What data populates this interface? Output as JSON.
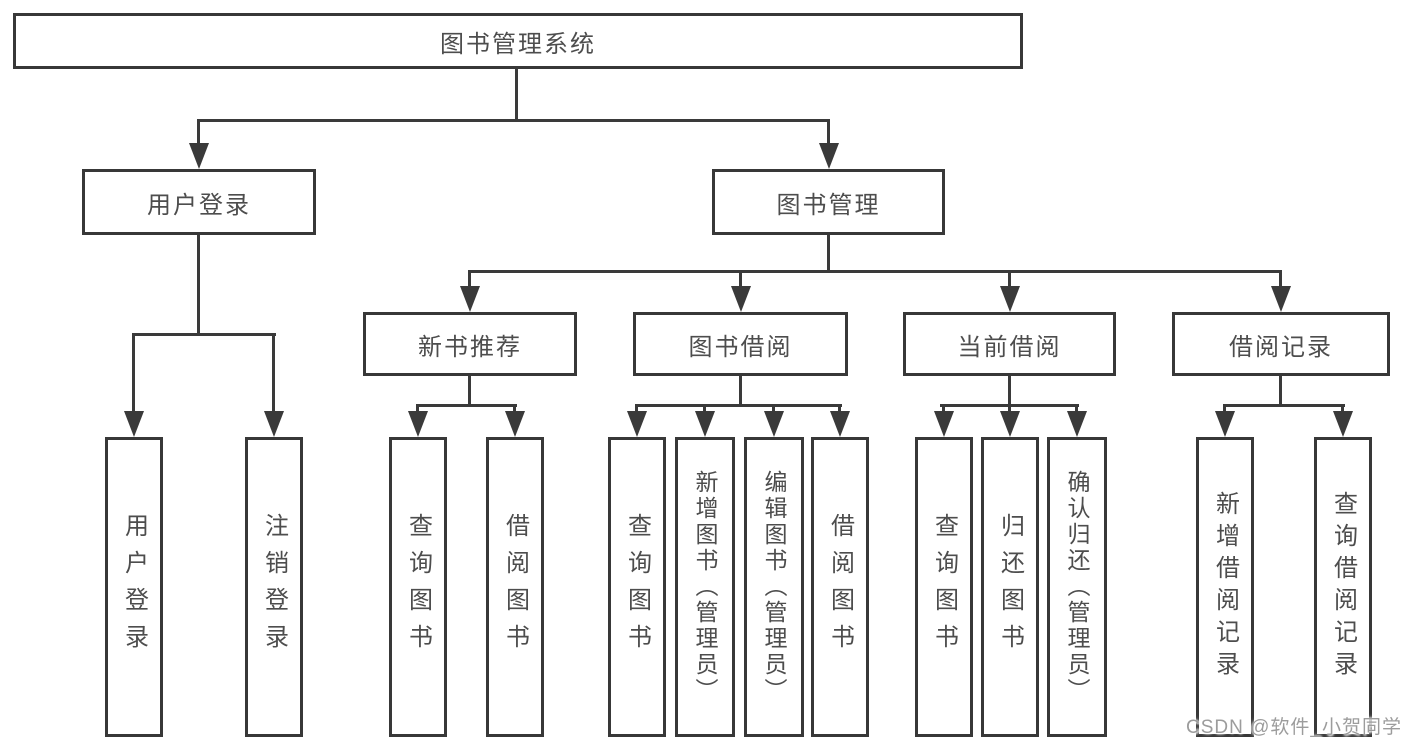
{
  "tree": {
    "root": {
      "label": "图书管理系统",
      "children": [
        {
          "label": "用户登录",
          "children": [
            {
              "label": "用户登录"
            },
            {
              "label": "注销登录"
            }
          ]
        },
        {
          "label": "图书管理",
          "children": [
            {
              "label": "新书推荐",
              "children": [
                {
                  "label": "查询图书"
                },
                {
                  "label": "借阅图书"
                }
              ]
            },
            {
              "label": "图书借阅",
              "children": [
                {
                  "label": "查询图书"
                },
                {
                  "label": "新增图书（管理员）"
                },
                {
                  "label": "编辑图书（管理员）"
                },
                {
                  "label": "借阅图书"
                }
              ]
            },
            {
              "label": "当前借阅",
              "children": [
                {
                  "label": "查询图书"
                },
                {
                  "label": "归还图书"
                },
                {
                  "label": "确认归还（管理员）"
                }
              ]
            },
            {
              "label": "借阅记录",
              "children": [
                {
                  "label": "新增借阅记录"
                },
                {
                  "label": "查询借阅记录"
                }
              ]
            }
          ]
        }
      ]
    }
  },
  "watermark": {
    "text": "CSDN @软件_小贺同学"
  },
  "colors": {
    "background": "#ffffff",
    "line": "#3a3a3a",
    "box_border": "#383838",
    "text": "#4d4d4d",
    "watermark": "#9c9c9c"
  }
}
